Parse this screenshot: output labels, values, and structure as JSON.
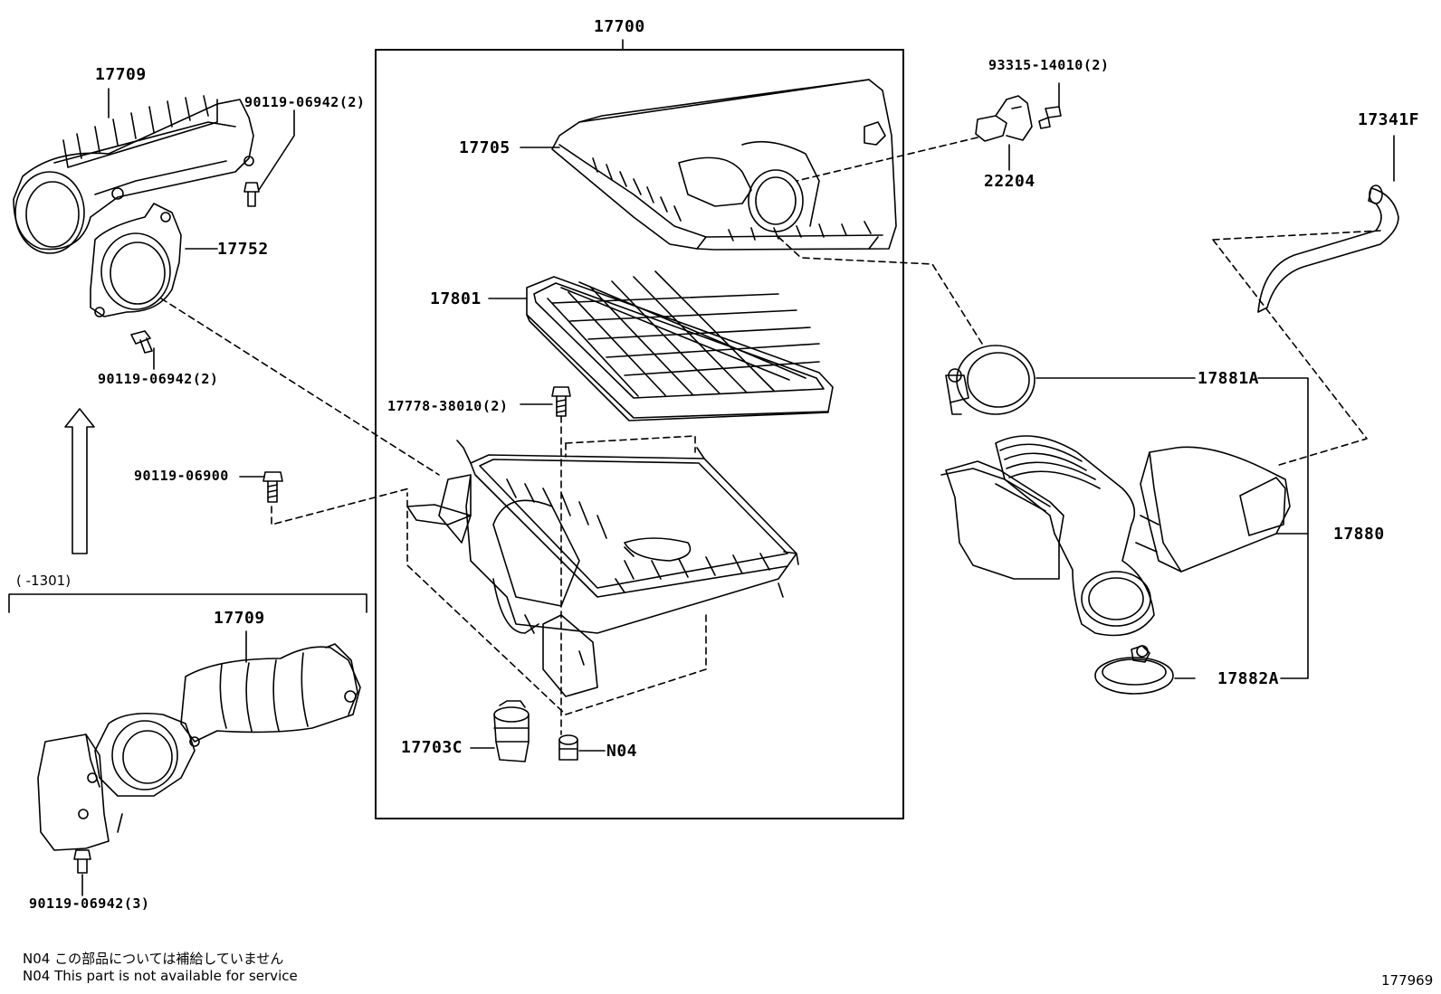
{
  "parts": {
    "p17700": "17700",
    "p17709_top": "17709",
    "p90119_06942_2_top": "90119-06942(2)",
    "p17752": "17752",
    "p90119_06942_2_mid": "90119-06942(2)",
    "p90119_06900": "90119-06900",
    "p17709_bottom": "17709",
    "p90119_06942_3": "90119-06942(3)",
    "p17705": "17705",
    "p17801": "17801",
    "p17778_38010_2": "17778-38010(2)",
    "p17703C": "17703C",
    "pN04": "N04",
    "p93315_14010_2": "93315-14010(2)",
    "p22204": "22204",
    "p17341F": "17341F",
    "p17881A": "17881A",
    "p17880": "17880",
    "p17882A": "17882A"
  },
  "bracket_range": "(      -1301)",
  "notes": {
    "jp": "N04  この部品については補給していません",
    "en": "N04  This part is not available for service"
  },
  "figure_number": "177969"
}
